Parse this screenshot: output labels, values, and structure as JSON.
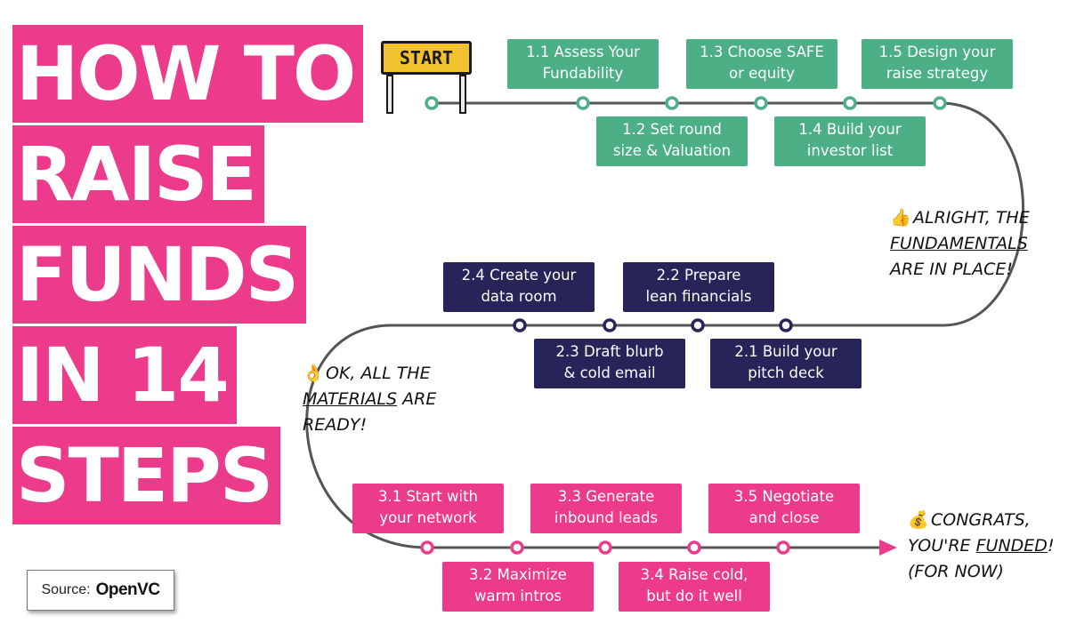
{
  "title_lines": [
    "HOW TO",
    "RAISE",
    "FUNDS",
    "IN 14",
    "STEPS"
  ],
  "start_sign": "START",
  "phase1": [
    {
      "l1": "1.1 Assess Your",
      "l2": "Fundability"
    },
    {
      "l1": "1.2 Set round",
      "l2": "size & Valuation"
    },
    {
      "l1": "1.3 Choose SAFE",
      "l2": "or equity"
    },
    {
      "l1": "1.4 Build your",
      "l2": "investor list"
    },
    {
      "l1": "1.5 Design your",
      "l2": "raise strategy"
    }
  ],
  "phase2": [
    {
      "l1": "2.1 Build your",
      "l2": "pitch deck"
    },
    {
      "l1": "2.2 Prepare",
      "l2": "lean financials"
    },
    {
      "l1": "2.3 Draft blurb",
      "l2": "& cold email"
    },
    {
      "l1": "2.4 Create your",
      "l2": "data room"
    }
  ],
  "phase3": [
    {
      "l1": "3.1 Start with",
      "l2": "your network"
    },
    {
      "l1": "3.2 Maximize",
      "l2": "warm intros"
    },
    {
      "l1": "3.3 Generate",
      "l2": "inbound leads"
    },
    {
      "l1": "3.4 Raise cold,",
      "l2": "but do it well"
    },
    {
      "l1": "3.5 Negotiate",
      "l2": "and close"
    }
  ],
  "notes": {
    "n1": {
      "emoji": "👍",
      "line1": "ALRIGHT, THE",
      "line2": "FUNDAMENTALS",
      "line3": "ARE IN PLACE!"
    },
    "n2": {
      "emoji": "👌",
      "line1": "OK, ALL THE",
      "line2a": "MATERIALS",
      "line2b": " ARE",
      "line3": "READY!"
    },
    "n3": {
      "emoji": "💰",
      "line1": "CONGRATS,",
      "line2a": "YOU'RE ",
      "line2b": "FUNDED",
      "line2c": "!",
      "line3": "(FOR NOW)"
    }
  },
  "source": {
    "label": "Source:",
    "brand": "OpenVC"
  },
  "colors": {
    "phase1": "#4caf85",
    "phase2": "#262459",
    "phase3": "#ec3b8a",
    "title_bg": "#ec3b8a",
    "track": "#555555"
  }
}
